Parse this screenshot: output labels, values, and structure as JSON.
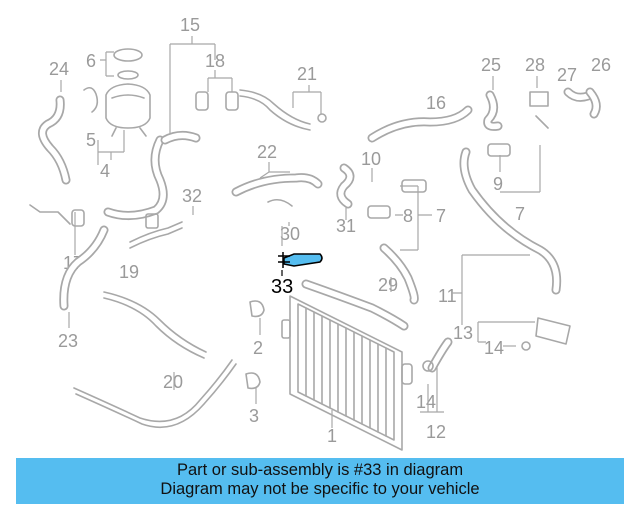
{
  "diagram": {
    "highlight_color": "#55bdf0",
    "highlighted_part": "33",
    "callouts": [
      "15",
      "6",
      "18",
      "24",
      "28",
      "25",
      "27",
      "26",
      "21",
      "16",
      "5",
      "4",
      "22",
      "10",
      "9",
      "32",
      "8",
      "7",
      "31",
      "30",
      "33",
      "17",
      "19",
      "29",
      "11",
      "13",
      "14",
      "2",
      "23",
      "20",
      "3",
      "1",
      "14",
      "12"
    ]
  },
  "banner": {
    "line1": "Part or sub-assembly is #33 in diagram",
    "line2": "Diagram may not be specific to your vehicle",
    "color": "#55bdf0"
  }
}
